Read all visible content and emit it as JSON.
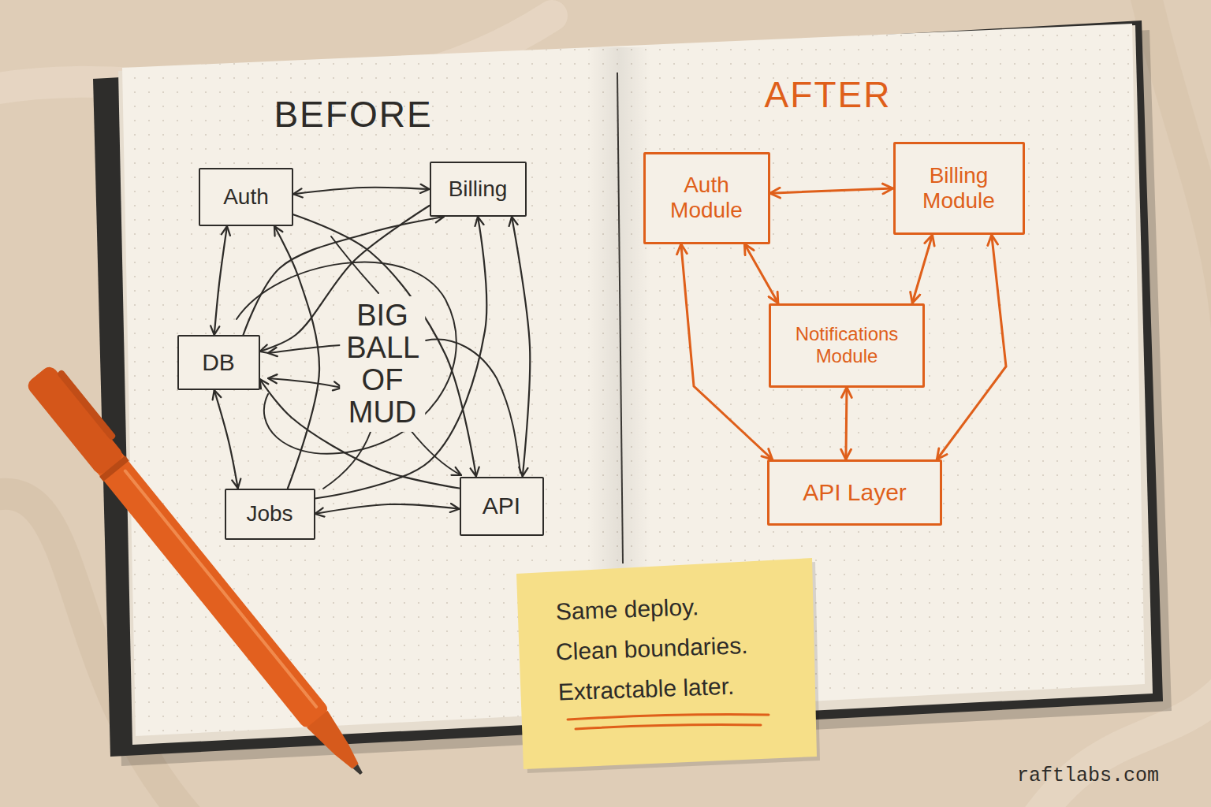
{
  "diagram": {
    "nodes": [
      {
        "text": [
          "Auth"
        ]
      },
      {
        "text": [
          "Billing"
        ]
      },
      {
        "text": [
          "DB"
        ]
      },
      {
        "text": [
          "Jobs"
        ]
      },
      {
        "text": [
          "API"
        ]
      },
      {
        "text": [
          "Auth Module"
        ]
      },
      {
        "text": [
          "Billing Module"
        ]
      },
      {
        "text": [
          "Notifications Module"
        ]
      },
      {
        "text": [
          "API Layer"
        ]
      }
    ],
    "edges": [
      {
        "from": 0,
        "to": 1,
        "arrow": "both"
      },
      {
        "from": 0,
        "to": 2,
        "arrow": "both"
      },
      {
        "from": 2,
        "to": 3,
        "arrow": "both"
      },
      {
        "from": 3,
        "to": 4,
        "arrow": "both"
      },
      {
        "from": 1,
        "to": 4,
        "arrow": "both"
      },
      {
        "from": 2,
        "to": 1,
        "arrow": "to"
      },
      {
        "from": 3,
        "to": 0,
        "arrow": "to"
      },
      {
        "from": 0,
        "to": 4,
        "arrow": "to"
      },
      {
        "from": 3,
        "to": 1,
        "arrow": "to"
      },
      {
        "from": 4,
        "to": 2,
        "arrow": "to"
      },
      {
        "from": 1,
        "to": 2,
        "arrow": "to"
      },
      {
        "from": 5,
        "to": 6,
        "arrow": "both"
      },
      {
        "from": 5,
        "to": 7,
        "arrow": "both"
      },
      {
        "from": 6,
        "to": 7,
        "arrow": "both"
      },
      {
        "from": 7,
        "to": 8,
        "arrow": "both"
      },
      {
        "from": 5,
        "to": 8,
        "arrow": "both"
      },
      {
        "from": 6,
        "to": 8,
        "arrow": "both"
      }
    ],
    "labels": [
      "BEFORE",
      "BIG BALL OF MUD",
      "AFTER",
      "Same deploy.",
      "Clean boundaries.",
      "Extractable later.",
      "raftlabs.com"
    ]
  }
}
